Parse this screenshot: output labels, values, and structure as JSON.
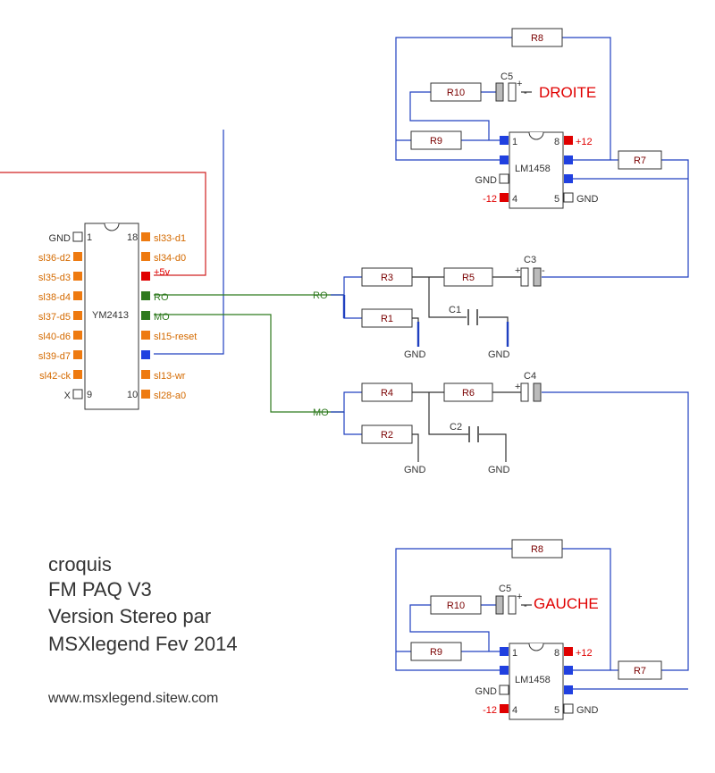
{
  "ym": {
    "name": "YM2413",
    "left_pins": [
      "GND",
      "sl36-d2",
      "sl35-d3",
      "sl38-d4",
      "sl37-d5",
      "sl40-d6",
      "sl39-d7",
      "sl42-ck",
      "X"
    ],
    "right_pins": [
      "sl33-d1",
      "sl34-d0",
      "+5v",
      "RO",
      "MO",
      "sl15-reset",
      "",
      "sl13-wr",
      "sl28-a0"
    ],
    "pin_1": "1",
    "pin_9": "9",
    "pin_10": "10",
    "pin_18": "18"
  },
  "amp_top": {
    "name": "LM1458",
    "p1": "1",
    "p4": "4",
    "p5": "5",
    "p8": "8",
    "plus12": "+12",
    "minus12": "-12",
    "gnd_l": "GND",
    "gnd_r": "GND"
  },
  "amp_bot": {
    "name": "LM1458",
    "p1": "1",
    "p4": "4",
    "p5": "5",
    "p8": "8",
    "plus12": "+12",
    "minus12": "-12",
    "gnd_l": "GND",
    "gnd_r": "GND"
  },
  "top_channel": {
    "r8": "R8",
    "r10": "R10",
    "r9": "R9",
    "r7": "R7",
    "c5": "C5",
    "c5_plus": "+",
    "out_minus": "-",
    "output": "DROITE"
  },
  "bot_channel": {
    "r8": "R8",
    "r10": "R10",
    "r9": "R9",
    "r7": "R7",
    "c5": "C5",
    "c5_plus": "+",
    "out_minus": "-",
    "output": "GAUCHE"
  },
  "mid": {
    "ro": "RO",
    "mo": "MO",
    "r3": "R3",
    "r5": "R5",
    "r1": "R1",
    "c1": "C1",
    "c3": "C3",
    "c3_plus": "+",
    "c3_minus": "-",
    "r4": "R4",
    "r6": "R6",
    "r2": "R2",
    "c2": "C2",
    "c4": "C4",
    "c4_plus": "+",
    "gnd_r1": "GND",
    "gnd_c1": "GND",
    "gnd_r2": "GND",
    "gnd_c2": "GND"
  },
  "notes": {
    "line1": "croquis",
    "line2": "FM PAQ V3",
    "line3": "Version Stereo par",
    "line4": "MSXlegend Fev 2014",
    "url": "www.msxlegend.sitew.com"
  }
}
